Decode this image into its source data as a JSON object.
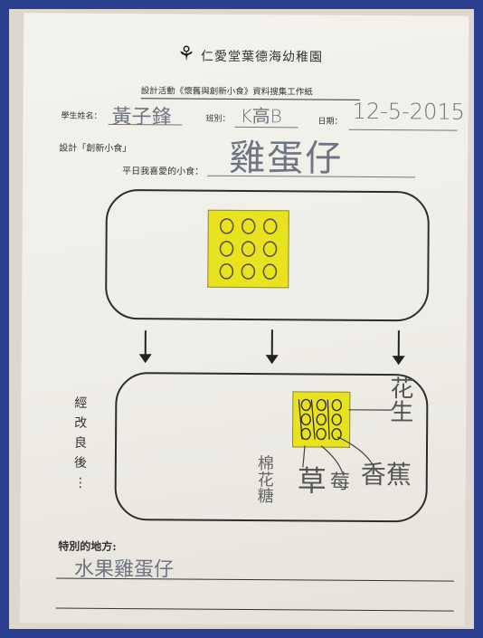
{
  "school": {
    "logo": "seal-logo",
    "name": "仁愛堂葉德海幼稚園"
  },
  "worksheet": {
    "title": "設計活動《懷舊與創新小食》資料搜集工作紙"
  },
  "fields": {
    "student_label": "學生姓名：",
    "student_value": "黃子鋒",
    "class_label": "班別：",
    "class_value": "K高B",
    "date_label": "日期：",
    "date_value": "12-5-2015"
  },
  "design": {
    "label": "設計「創新小食」",
    "favorite_label": "平日我喜愛的小食：",
    "favorite_value": "雞蛋仔"
  },
  "improved": {
    "side_label": [
      "經",
      "改",
      "良",
      "後",
      "⋮"
    ],
    "labels": {
      "peanut": "花生",
      "banana": "香蕉",
      "grass": "草",
      "grass2": "莓",
      "marshmallow": "棉花糖"
    }
  },
  "special": {
    "label": "特別的地方:",
    "value": "水果雞蛋仔"
  },
  "colors": {
    "frame": "#2a3f8f",
    "cake": "#e8e21f"
  }
}
